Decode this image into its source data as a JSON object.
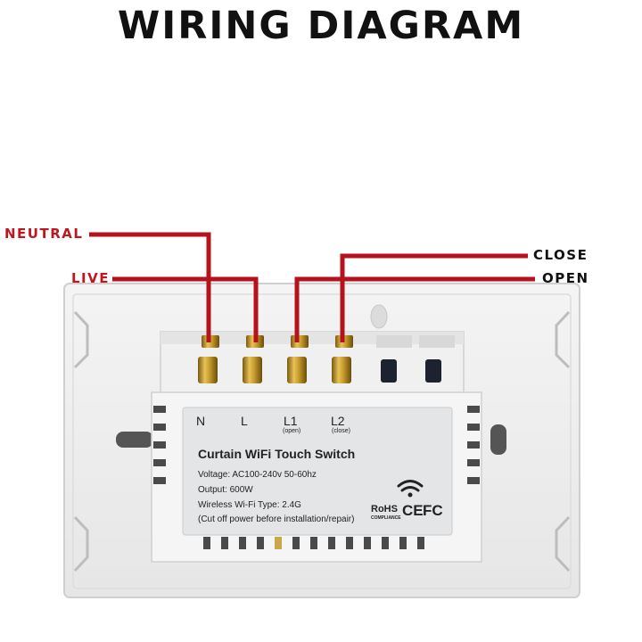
{
  "title": "WIRING DIAGRAM",
  "wires": {
    "neutral": "NEUTRAL",
    "live": "LIVE",
    "close": "CLOSE",
    "open": "OPEN"
  },
  "terminals": {
    "n": "N",
    "l": "L",
    "l1": "L1",
    "l1_sub": "(open)",
    "l2": "L2",
    "l2_sub": "(close)"
  },
  "product": {
    "name": "Curtain WiFi Touch Switch",
    "specs": [
      "Voltage: AC100-240v 50-60hz",
      "Output: 600W",
      "Wireless Wi-Fi Type: 2.4G",
      "(Cut off power before installation/repair)"
    ],
    "marks": {
      "rohs": "RoHS",
      "rohs_sub": "COMPLIANCE",
      "ce": "CE",
      "fc": "FC"
    }
  },
  "colors": {
    "wire_red": "#b5121b",
    "label_red": "#c0171f",
    "label_black": "#111111",
    "brass": "#c49a2a"
  },
  "icons": [
    "wifi-icon"
  ]
}
